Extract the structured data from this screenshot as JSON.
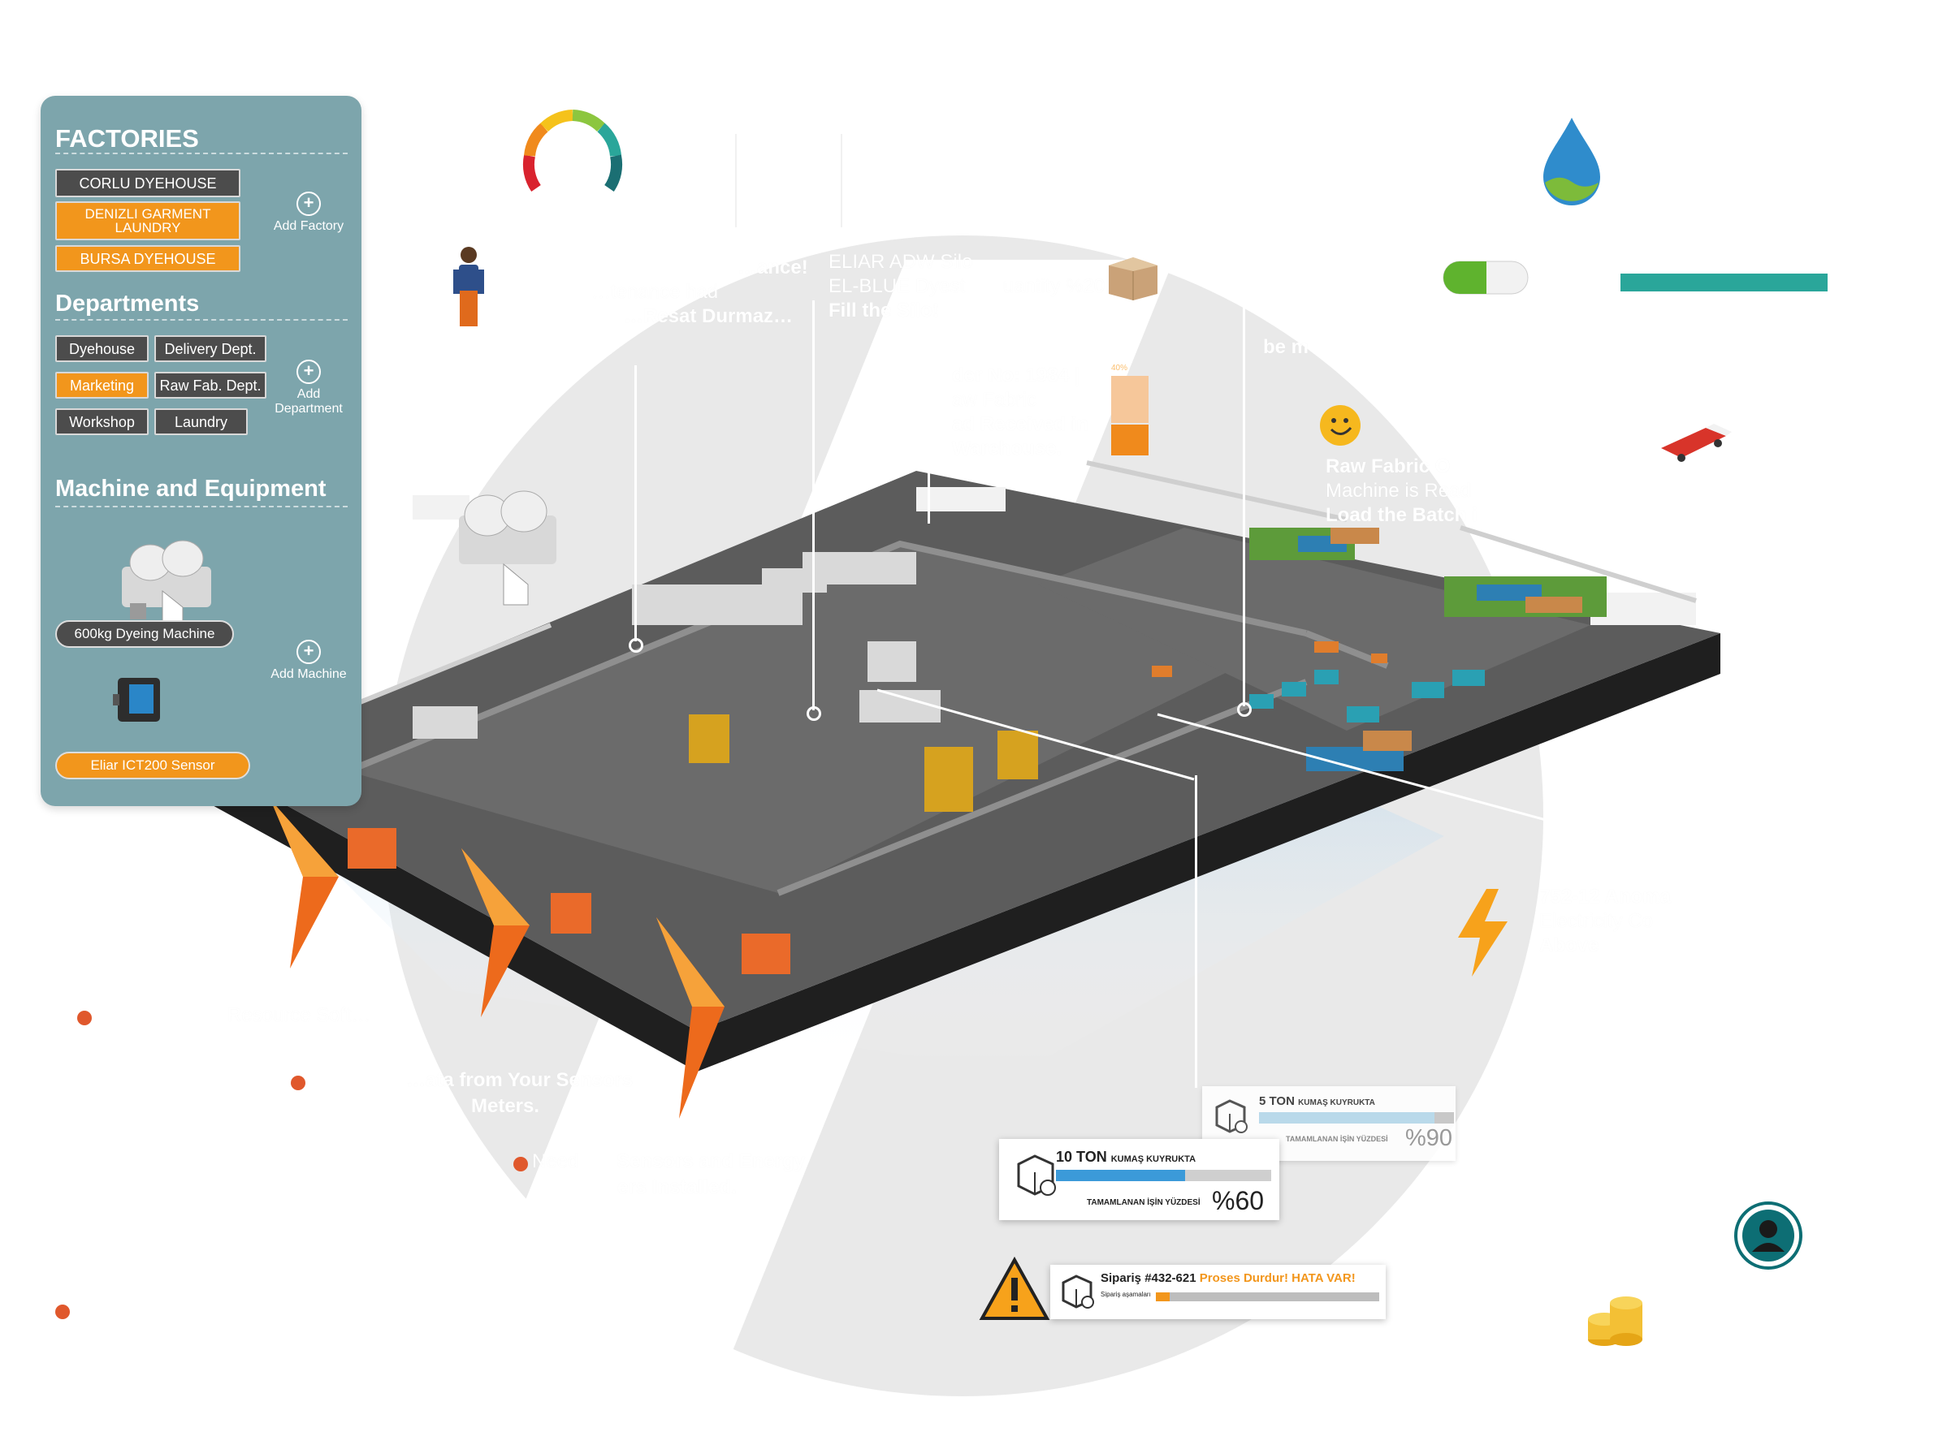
{
  "sidebar": {
    "factories_title": "FACTORIES",
    "factories": [
      "CORLU DYEHOUSE",
      "DENIZLI GARMENT LAUNDRY",
      "BURSA DYEHOUSE"
    ],
    "add_factory": "Add Factory",
    "departments_title": "Departments",
    "departments": [
      "Dyehouse",
      "Delivery Dept.",
      "Marketing",
      "Raw Fab. Dept.",
      "Workshop",
      "Laundry"
    ],
    "add_department": "Add Department",
    "machines_title": "Machine and Equipment",
    "machine_label": "600kg Dyeing Machine",
    "add_machine": "Add Machine",
    "sensor_label": "Eliar ICT200 Sensor"
  },
  "annotations": {
    "maintenance": {
      "l1": "…ance!",
      "l2": "…tenance had",
      "l3": "…Resat Durmaz…"
    },
    "silo": {
      "l1": "ELIAR ADW Silo",
      "l2": "EL-BLUE Dyest",
      "l3": "uantity %20",
      "l4": "Fill the Silo!"
    },
    "order": {
      "l1": "der No: 1984 |",
      "l2": "aw Fabric",
      "l3": "ad Received in",
      "l4": "Warehouse."
    },
    "order_percent": "40%",
    "raw_fabric": {
      "l1": "Raw Fabric O",
      "l2": "Machine is Read",
      "l3": "Load the Batch i"
    },
    "anomaly": {
      "l1": "752-12 Anoma",
      "l2": "Electricity Co",
      "l3": "Above"
    },
    "bullets": [
      "Resource Soft…",
      "…ata from Your Sensors",
      "Meters.",
      "Need",
      "Sensors and Energy",
      "ers Installed."
    ],
    "stray": [
      "be m"
    ]
  },
  "cards": {
    "card5": {
      "title": "5 TON",
      "sub": "KUMAŞ KUYRUKTA",
      "caption": "TAMAMLANAN İŞİN YÜZDESİ",
      "percent": "%90",
      "progress": 0.9
    },
    "card10": {
      "title": "10 TON",
      "sub": "KUMAŞ KUYRUKTA",
      "caption": "TAMAMLANAN İŞİN YÜZDESİ",
      "percent": "%60",
      "progress": 0.6
    },
    "order_card": {
      "title": "Sipariş #432-621",
      "status": "Proses Durdur! HATA VAR!",
      "caption": "Sipariş aşamaları",
      "progress": 0.06
    }
  },
  "colors": {
    "sidebar": "#7da5ac",
    "orange": "#f2961c",
    "dark_btn": "#4c4c4c",
    "accent_red": "#e0582c",
    "teal": "#34a8a0",
    "board": "#5a5a5a"
  }
}
